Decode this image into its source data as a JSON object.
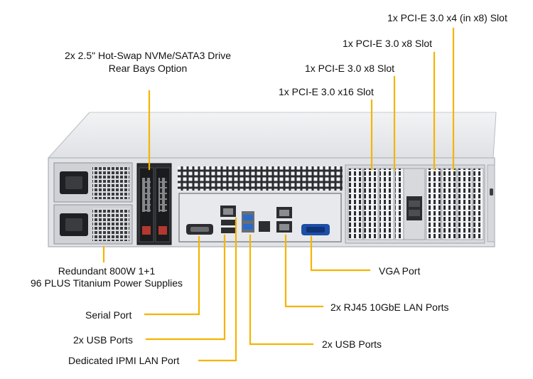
{
  "colors": {
    "leader": "#f5b400",
    "chassis_front": "#e1e3e7",
    "chassis_top": "#eceef1",
    "vent": "#2b2d30",
    "port_blue": "#2a6bc8",
    "vga_blue": "#1d4fa8"
  },
  "labels": {
    "pcie_x4": "1x PCI-E 3.0 x4 (in x8) Slot",
    "pcie_x8_a": "1x PCI-E 3.0 x8 Slot",
    "pcie_x8_b": "1x PCI-E 3.0 x8 Slot",
    "pcie_x16": "1x PCI-E 3.0 x16 Slot",
    "drive_bays_line1": "2x 2.5\" Hot-Swap NVMe/SATA3 Drive",
    "drive_bays_line2": "Rear Bays Option",
    "psu_line1": "Redundant 800W 1+1",
    "psu_line2": "96 PLUS Titanium Power Supplies",
    "vga": "VGA Port",
    "lan_10g": "2x RJ45 10GbE LAN Ports",
    "serial": "Serial Port",
    "usb_left": "2x USB Ports",
    "usb_right": "2x USB Ports",
    "ipmi": "Dedicated IPMI LAN Port"
  }
}
